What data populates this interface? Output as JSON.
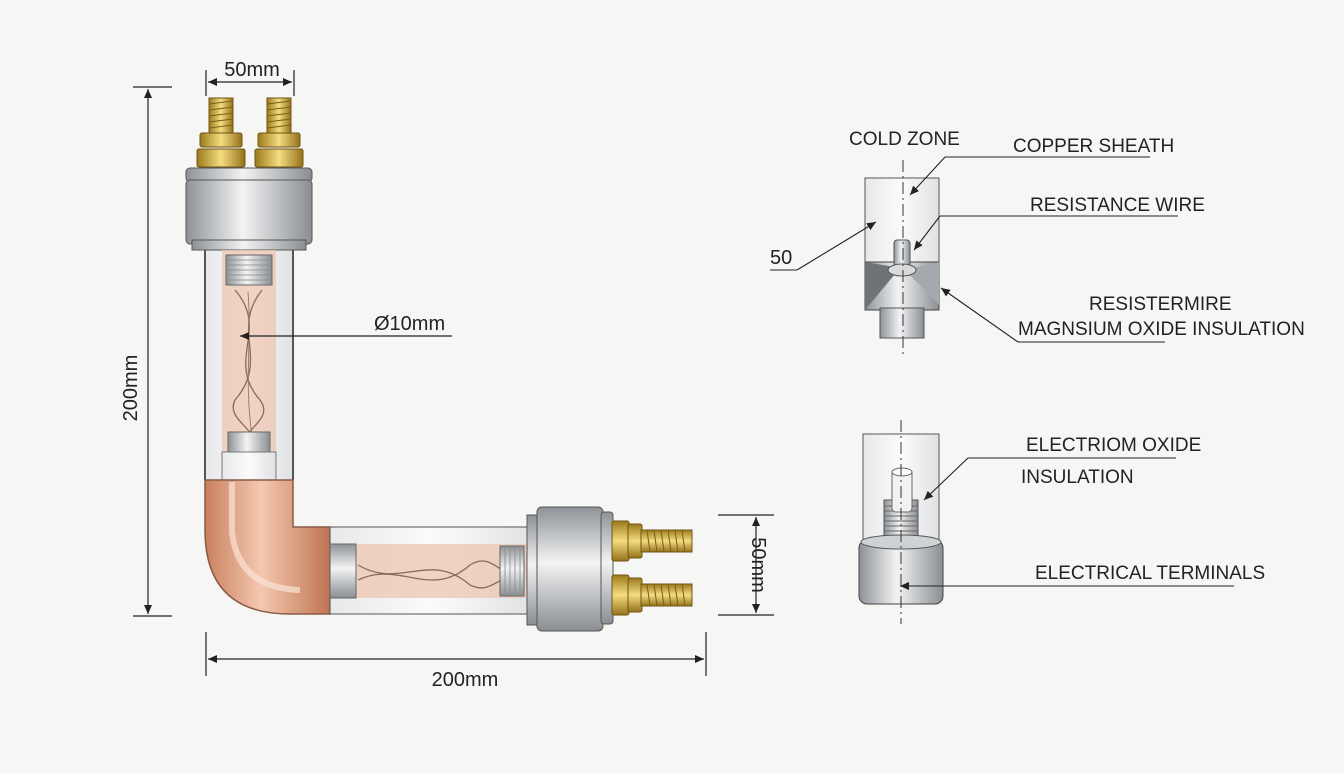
{
  "dimensions": {
    "top_width": "50mm",
    "height": "200mm",
    "diameter": "Ø10mm",
    "right_height": "50mm",
    "bottom_width": "200mm"
  },
  "section_top": {
    "cold_zone": "COLD ZONE",
    "copper_sheath": "COPPER SHEATH",
    "resistance_wire": "RESISTANCE WIRE",
    "dim_50": "50",
    "resistermire": "RESISTERMIRE",
    "magnesium_insulation": "MAGNSIUM OXIDE INSULATION"
  },
  "section_bottom": {
    "electriom_oxide": "ELECTRIOM OXIDE",
    "insulation": "INSULATION",
    "electrical_terminals": "ELECTRICAL TERMINALS"
  },
  "colors": {
    "copper": "#d9987a",
    "steel": "#b9bcc0",
    "brass": "#c9a43c",
    "line": "#333333"
  }
}
